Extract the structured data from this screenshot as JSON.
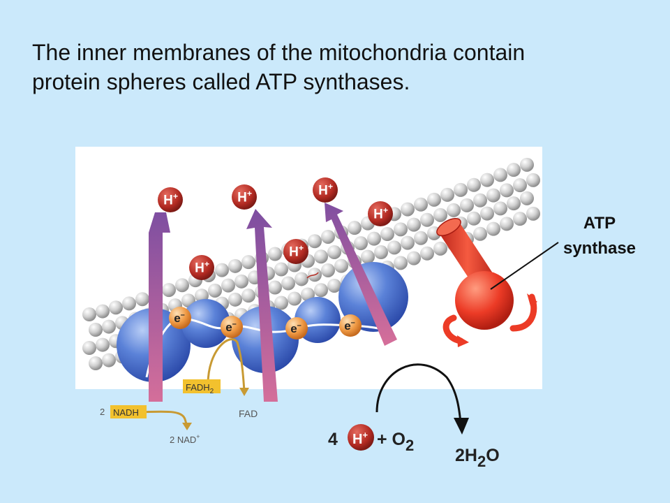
{
  "title": {
    "line1": "The inner membranes of the mitochondria contain",
    "line2": "protein spheres called ATP synthases."
  },
  "labels": {
    "atp_synthase_line1": "ATP",
    "atp_synthase_line2": "synthase",
    "proton": "H",
    "proton_charge": "+",
    "electron": "e",
    "electron_charge": "–",
    "nadh_coef": "2",
    "nadh": "NADH",
    "nad_plus": "2 NAD",
    "nad_plus_charge": "+",
    "fadh2": "FADH",
    "fadh2_sub": "2",
    "fad": "FAD",
    "reaction_coef": "4",
    "reaction_plus_o": "+ O",
    "reaction_o_sub": "2",
    "water_pre": "2H",
    "water_sub": "2",
    "water_post": "O"
  },
  "colors": {
    "background": "#cbe9fb",
    "panel": "#ffffff",
    "membrane": "#bdbdbd",
    "protein_blue": "#3f63c9",
    "proton_red": "#b22a22",
    "electron_orange": "#e98a36",
    "arrow_purple": "#8a4e9c",
    "atp_synthase_red": "#e8392a",
    "label_yellow": "#f2c12e",
    "gold_arrow": "#c89a33"
  }
}
